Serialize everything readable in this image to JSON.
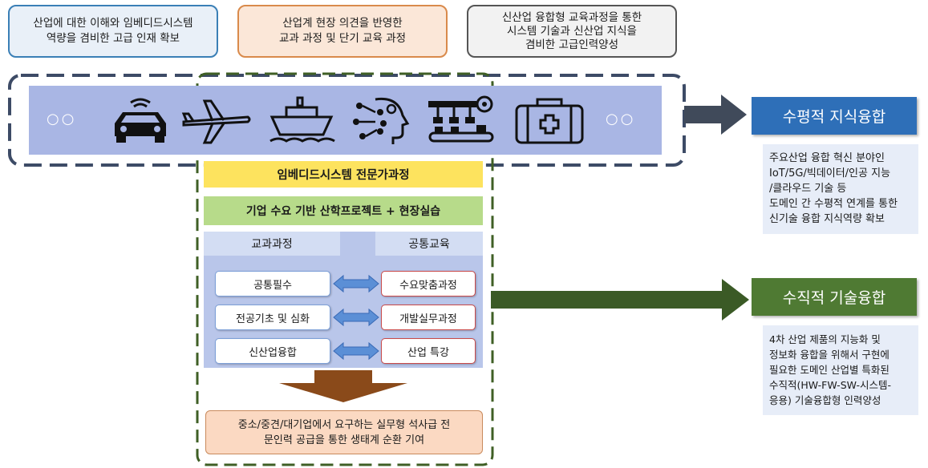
{
  "top_boxes": [
    {
      "text": "산업에 대한 이해와 임베디드시스템\n역량을 겸비한 고급 인재 확보",
      "border": "#3a7fb6",
      "bg": "#e9f0f8"
    },
    {
      "text": "산업계 현장 의견을 반영한\n교과 과정 및 단기 교육 과정",
      "border": "#d98a4b",
      "bg": "#fbe7d8"
    },
    {
      "text": "신산업 융합형 교육과정을 통한\n시스템 기술과 신산업 지식을\n겸비한 고급인력양성",
      "border": "#555555",
      "bg": "#f2f2f2"
    }
  ],
  "industry_icons": [
    "car-icon",
    "airplane-icon",
    "ship-icon",
    "ai-head-icon",
    "factory-robot-icon",
    "medical-kit-icon"
  ],
  "program": {
    "title": "임베디드시스템 전문가과정",
    "project_bar": "기업 수요 기반 산학프로젝트 + 현장실습",
    "curriculum_header": "교과과정",
    "common_header": "공통교육",
    "curriculum_items": [
      "공통필수",
      "전공기초 및 심화",
      "신산업융합"
    ],
    "common_items": [
      "수요맞춤과정",
      "개발실무과정",
      "산업 특강"
    ],
    "outcome": "중소/중견/대기업에서 요구하는 실무형 석사급 전\n문인력 공급을 통한 생태계 순환 기여"
  },
  "horizontal": {
    "title": "수평적 지식융합",
    "color": "#2e6fb8",
    "arrow_color": "#404a5a",
    "description": "주요산업 융합 혁신 분야인\nIoT/5G/빅데이터/인공 지능\n/클라우드 기술 등\n도메인 간 수평적 연계를 통한\n신기술 융합 지식역량 확보"
  },
  "vertical": {
    "title": "수직적 기술융합",
    "color": "#4f7a33",
    "arrow_color": "#3b5a26",
    "description": "4차 산업 제품의 지능화 및\n정보화 융합을 위해서 구현에\n필요한 도메인 산업별 특화된\n수직적(HW-FW-SW-시스템-\n응용) 기술융합형 인력양성"
  },
  "dots_left": "○○",
  "dots_right": "○○"
}
